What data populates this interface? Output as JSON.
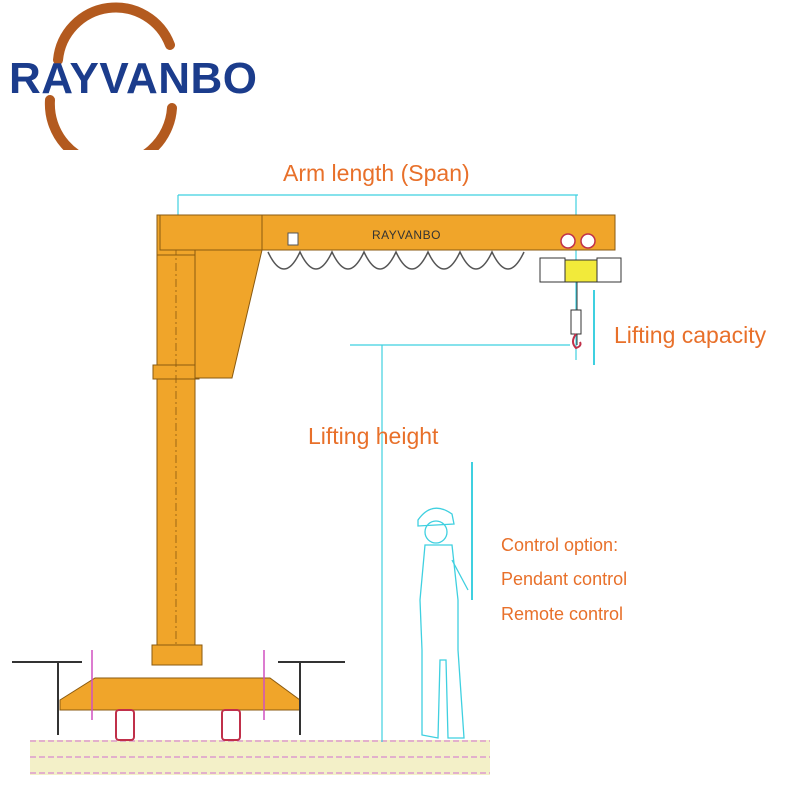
{
  "brand": {
    "logo_text": "RAYVANBO",
    "logo_color": "#1b3c8c",
    "arc_color": "#b35a1f"
  },
  "crane": {
    "beam_text": "RAYVANBO",
    "body_color": "#f0a52a"
  },
  "labels": {
    "arm_length": "Arm length (Span)",
    "lifting_capacity": "Lifting capacity",
    "lifting_height": "Lifting height",
    "control_title": "Control option:",
    "control_pendant": "Pendant control",
    "control_remote": "Remote control",
    "label_color": "#e8702a",
    "dimension_color": "#3fd0e0"
  }
}
